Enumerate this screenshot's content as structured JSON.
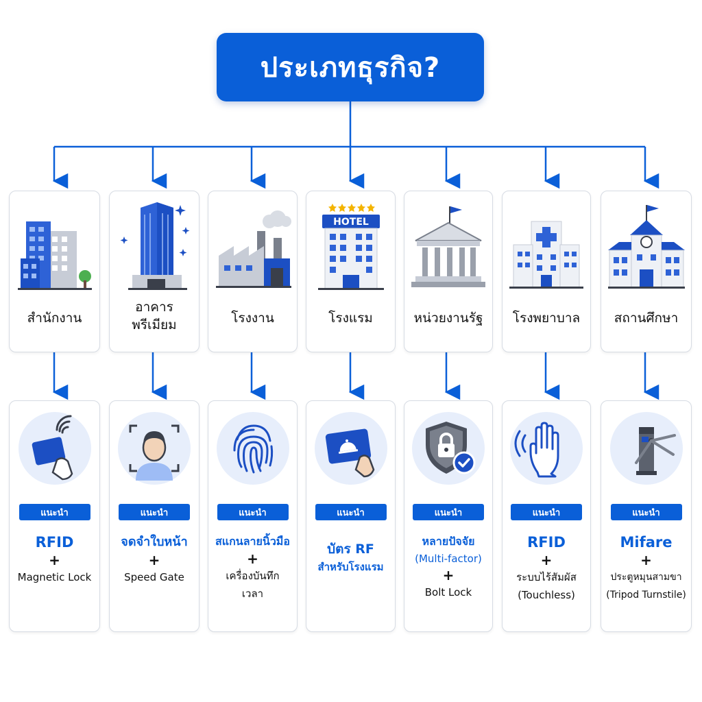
{
  "title": "ประเภทธุรกิจ?",
  "colors": {
    "accent": "#0a5fd8",
    "card_border": "#d6dbe3",
    "icon_bg": "#e7eefb"
  },
  "business_types": [
    {
      "label_lines": [
        "สำนักงาน"
      ],
      "icon": "office-building-icon"
    },
    {
      "label_lines": [
        "อาคาร",
        "พรีเมียม"
      ],
      "icon": "premium-tower-icon"
    },
    {
      "label_lines": [
        "โรงงาน"
      ],
      "icon": "factory-icon"
    },
    {
      "label_lines": [
        "โรงแรม"
      ],
      "icon": "hotel-icon",
      "sign_text": "HOTEL"
    },
    {
      "label_lines": [
        "หน่วยงานรัฐ"
      ],
      "icon": "government-building-icon"
    },
    {
      "label_lines": [
        "โรงพยาบาล"
      ],
      "icon": "hospital-icon"
    },
    {
      "label_lines": [
        "สถานศึกษา"
      ],
      "icon": "school-icon"
    }
  ],
  "recommendation_badge": "แนะนำ",
  "recommendations": [
    {
      "icon": "rfid-card-icon",
      "main": [
        "RFID"
      ],
      "secondary": [
        "Magnetic Lock"
      ]
    },
    {
      "icon": "face-recognition-icon",
      "main": [
        "จดจำใบหน้า"
      ],
      "secondary": [
        "Speed Gate"
      ]
    },
    {
      "icon": "fingerprint-icon",
      "main": [
        "สแกนลายนิ้วมือ"
      ],
      "secondary": [
        "เครื่องบันทึก",
        "เวลา"
      ]
    },
    {
      "icon": "hotel-key-card-icon",
      "main": [
        "บัตร RF"
      ],
      "main_sub": "สำหรับโรงแรม",
      "secondary": []
    },
    {
      "icon": "security-shield-icon",
      "main": [
        "หลายปัจจัย"
      ],
      "main_sub": "(Multi-factor)",
      "secondary": [
        "Bolt Lock"
      ]
    },
    {
      "icon": "touchless-hand-icon",
      "main": [
        "RFID"
      ],
      "secondary": [
        "ระบบไร้สัมผัส",
        "(Touchless)"
      ]
    },
    {
      "icon": "tripod-turnstile-icon",
      "main": [
        "Mifare"
      ],
      "secondary": [
        "ประตูหมุนสามขา",
        "(Tripod Turnstile)"
      ]
    }
  ],
  "plus_sign": "+"
}
